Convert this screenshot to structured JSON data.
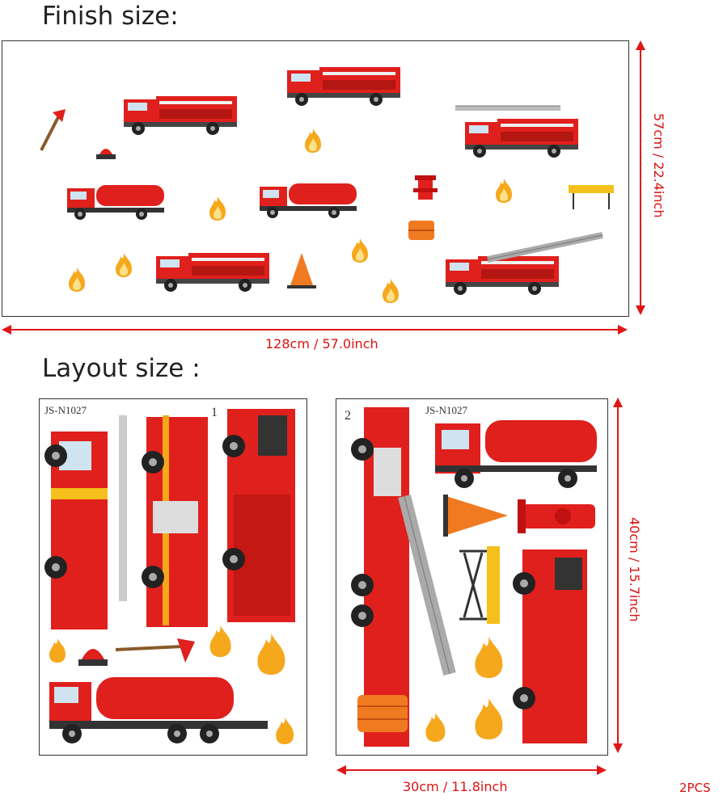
{
  "finish": {
    "heading": "Finish size:",
    "width_label": "128cm / 57.0inch",
    "height_label": "57cm / 22.4inch"
  },
  "layout": {
    "heading": "Layout size :",
    "sheet1": {
      "code": "JS-N1027",
      "number": "1"
    },
    "sheet2": {
      "code": "JS-N1027",
      "number": "2",
      "width_label": "30cm / 11.8inch",
      "height_label": "40cm / 15.7inch"
    },
    "quantity": "2PCS"
  },
  "colors": {
    "accent": "#e01515",
    "truck_red": "#e0201c",
    "flame": "#f6a81c",
    "outline": "#333333"
  }
}
